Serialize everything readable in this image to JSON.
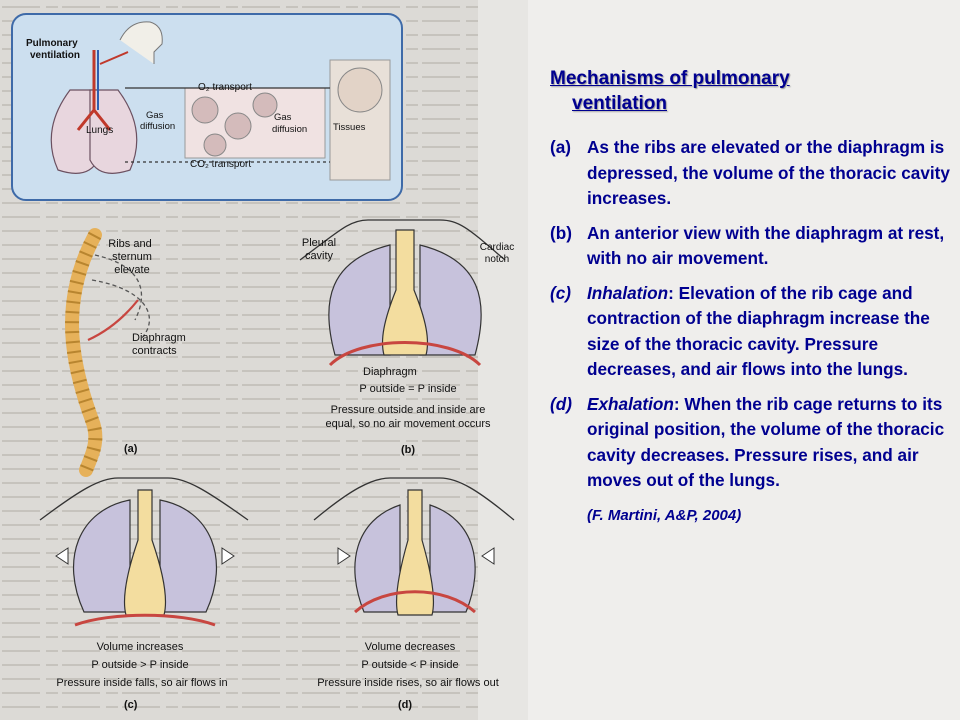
{
  "figure": {
    "inset": {
      "pulmonary_ventilation": [
        "Pulmonary",
        "ventilation"
      ],
      "o2_transport": "O₂ transport",
      "gas_diffusion": [
        "Gas",
        "diffusion"
      ],
      "lungs": "Lungs",
      "tissues": "Tissues",
      "co2_transport": "CO₂ transport"
    },
    "a": {
      "ribs_label": [
        "Ribs and",
        "sternum",
        "elevate"
      ],
      "diaphragm_label": [
        "Diaphragm",
        "contracts"
      ],
      "panel": "(a)"
    },
    "b": {
      "pleural_label": [
        "Pleural",
        "cavity"
      ],
      "cardiac_label": [
        "Cardiac",
        "notch"
      ],
      "diaphragm_label": "Diaphragm",
      "equation": "P outside = P inside",
      "caption": [
        "Pressure outside and inside are",
        "equal, so no air movement occurs"
      ],
      "panel": "(b)"
    },
    "c": {
      "volume": "Volume increases",
      "equation": "P outside > P inside",
      "caption": "Pressure inside falls, so air flows in",
      "panel": "(c)"
    },
    "d": {
      "volume": "Volume decreases",
      "equation": "P outside < P inside",
      "caption": "Pressure inside rises, so air flows out",
      "panel": "(d)"
    }
  },
  "text": {
    "title_line1": "Mechanisms of pulmonary",
    "title_line2": "ventilation",
    "a_label": "(a)",
    "a_text": "As the ribs are elevated or the diaphragm is depressed, the volume of the thoracic cavity increases.",
    "b_label": "(b)",
    "b_text": "An anterior view with the diaphragm at rest, with no air movement.",
    "c_label": "(c)",
    "c_term": "Inhalation",
    "c_text": ": Elevation of the rib cage and contraction of the diaphragm increase the size of the thoracic cavity. Pressure decreases, and air flows into the lungs.",
    "d_label": "(d)",
    "d_term": "Exhalation",
    "d_text": ": When the rib cage returns to its original position, the volume of the thoracic cavity decreases. Pressure rises, and air moves out of the lungs.",
    "citation": "(F. Martini, A&P, 2004)"
  },
  "colors": {
    "title_text": "#000090",
    "lung_fill": "#c7c2dc",
    "trachea_fill": "#f3dd9f",
    "diaphragm_stroke": "#c84640",
    "inset_fill": "#ccdfef",
    "inset_border": "#3e6aa8"
  }
}
